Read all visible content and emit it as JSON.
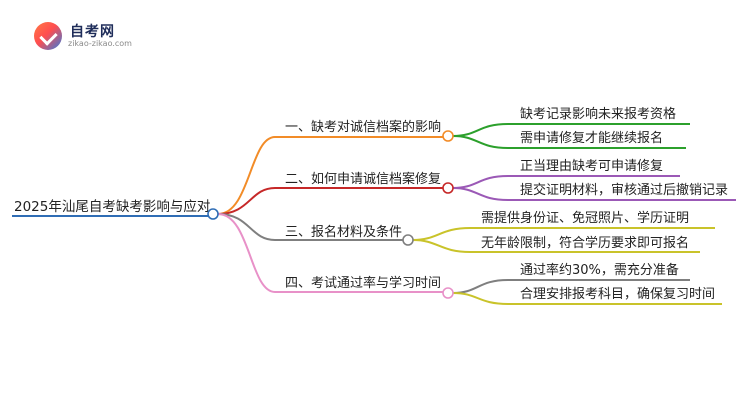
{
  "logo": {
    "title": "自考网",
    "subtitle": "zikao-zikao.com"
  },
  "root": {
    "label": "2025年汕尾自考缺考影响与应对"
  },
  "branches": [
    {
      "label": "一、缺考对诚信档案的影响",
      "color": "#f28c28",
      "children": [
        "缺考记录影响未来报考资格",
        "需申请修复才能继续报名"
      ],
      "child_colors": [
        "#2ca02c",
        "#2ca02c"
      ]
    },
    {
      "label": "二、如何申请诚信档案修复",
      "color": "#c62828",
      "children": [
        "正当理由缺考可申请修复",
        "提交证明材料，审核通过后撤销记录"
      ],
      "child_colors": [
        "#9b59b6",
        "#9b59b6"
      ]
    },
    {
      "label": "三、报名材料及条件",
      "color": "#7f7f7f",
      "children": [
        "需提供身份证、免冠照片、学历证明",
        "无年龄限制，符合学历要求即可报名"
      ],
      "child_colors": [
        "#c9c32a",
        "#c9c32a"
      ]
    },
    {
      "label": "四、考试通过率与学习时间",
      "color": "#e891c8",
      "children": [
        "通过率约30%，需充分准备",
        "合理安排报考科目，确保复习时间"
      ],
      "child_colors": [
        "#7f7f7f",
        "#c9c32a"
      ]
    }
  ]
}
